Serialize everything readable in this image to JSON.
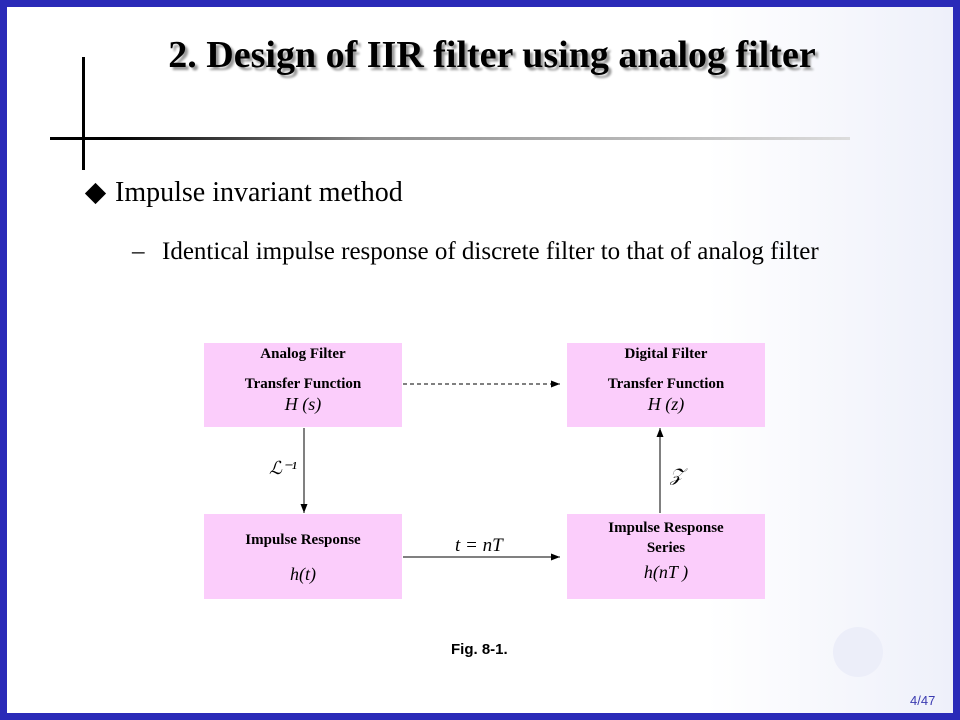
{
  "slide": {
    "title": "2. Design of IIR filter using analog filter",
    "bullet": "Impulse invariant method",
    "sub_dash": "–",
    "sub_bullet": "Identical impulse response of discrete filter to that of analog filter",
    "figure_caption": "Fig. 8-1.",
    "page_number": "4/47",
    "colors": {
      "border": "#2a2ab8",
      "box_fill": "#fbcdfb",
      "text": "#000000",
      "page_number": "#3a3ab0"
    }
  },
  "diagram": {
    "nodes": {
      "analog_tf": {
        "line1": "Analog Filter",
        "line2": "Transfer Function",
        "math": "H (s)"
      },
      "digital_tf": {
        "line1": "Digital Filter",
        "line2": "Transfer Function",
        "math": "H (z)"
      },
      "impulse": {
        "line1": "Impulse Response",
        "math": "h(t)"
      },
      "series": {
        "line1": "Impulse Response",
        "line2": "Series",
        "math": "h(nT )"
      }
    },
    "edges": {
      "analog_to_digital": {
        "style": "dashed"
      },
      "analog_to_impulse": {
        "label": "ℒ⁻¹"
      },
      "impulse_to_series": {
        "label": "t = nT"
      },
      "series_to_digital": {
        "label": "𝒵"
      }
    }
  }
}
